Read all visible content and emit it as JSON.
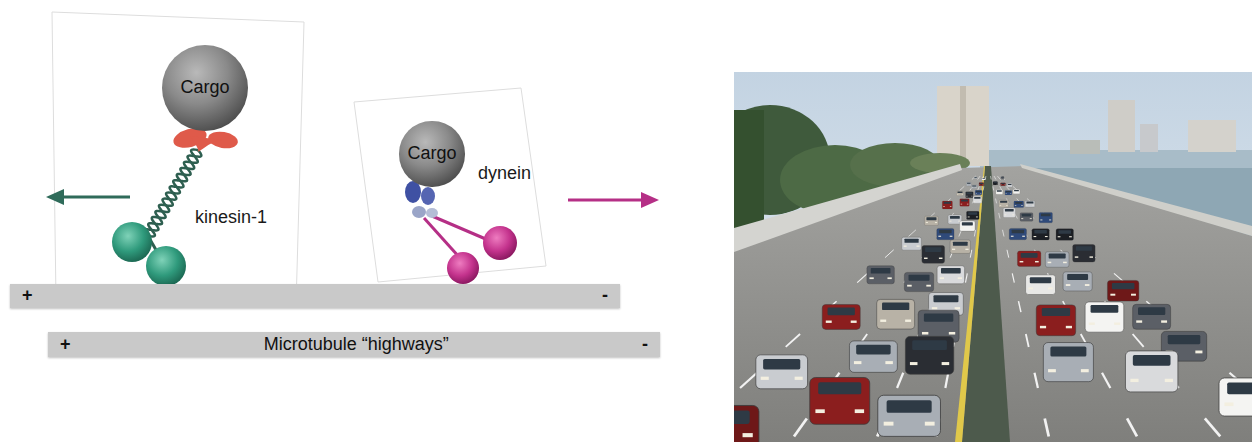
{
  "diagram": {
    "nodes": [
      {
        "text": [
          "Cargo"
        ]
      },
      {
        "text": [
          "Cargo"
        ]
      },
      {
        "text": [
          "+",
          "-"
        ]
      },
      {
        "text": [
          "+",
          "Microtubule “highways”",
          "-"
        ]
      }
    ],
    "labels": [
      "kinesin-1",
      "dynein"
    ]
  }
}
